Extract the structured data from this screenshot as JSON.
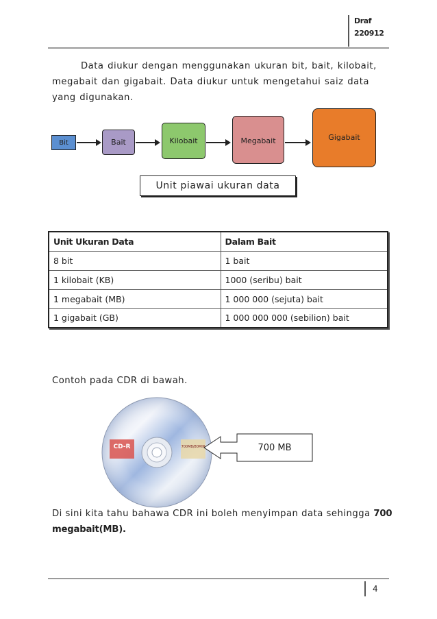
{
  "header": {
    "draft_label": "Draf",
    "draft_code": "220912"
  },
  "intro": {
    "paragraph": "Data diukur dengan menggunakan ukuran bit, bait, kilobait, megabait dan gigabait. Data diukur untuk mengetahui saiz data yang digunakan."
  },
  "diagram": {
    "nodes": [
      {
        "label": "Bit",
        "color": "#5b8fd1"
      },
      {
        "label": "Bait",
        "color": "#a99ac6"
      },
      {
        "label": "Kilobait",
        "color": "#8dc86d"
      },
      {
        "label": "Megabait",
        "color": "#d98f8f"
      },
      {
        "label": "Gigabait",
        "color": "#e87c2a"
      }
    ],
    "caption": "Unit piawai ukuran data"
  },
  "table": {
    "headers": [
      "Unit Ukuran Data",
      "Dalam Bait"
    ],
    "rows": [
      [
        "8 bit",
        "1 bait"
      ],
      [
        "1 kilobait (KB)",
        "1000 (seribu) bait"
      ],
      [
        "1 megabait (MB)",
        "1 000 000 (sejuta) bait"
      ],
      [
        "1 gigabait (GB)",
        "1 000 000 000 (sebilion) bait"
      ]
    ]
  },
  "example": {
    "intro": "Contoh pada CDR di bawah.",
    "cd_label": "CD-R",
    "cd_capacity_label": "700MB/80MIN",
    "callout": "700 MB",
    "conclusion_prefix": "Di sini kita tahu bahawa CDR ini boleh menyimpan data sehingga ",
    "conclusion_bold": "700 megabait(MB)."
  },
  "footer": {
    "page_number": "4"
  }
}
